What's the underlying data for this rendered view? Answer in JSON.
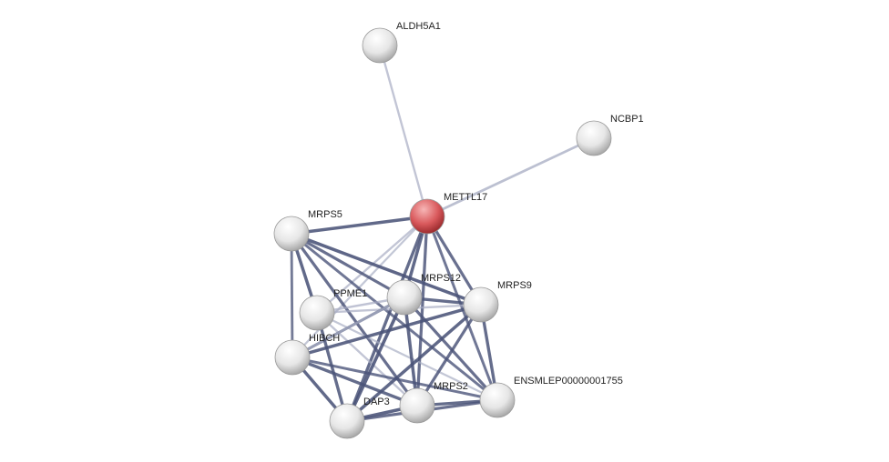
{
  "network": {
    "colors": {
      "edge_strong": "#4a5378",
      "edge_weak": "#a6abc2",
      "node": "#e8e8e8",
      "query_node": "#d9595c"
    },
    "query": "METTL17",
    "nodes": [
      "ALDH5A1",
      "NCBP1",
      "METTL17",
      "MRPS5",
      "PPME1",
      "MRPS12",
      "MRPS9",
      "HIBCH",
      "DAP3",
      "MRPS2",
      "ENSMLEP00000001755"
    ],
    "edges": [
      [
        "METTL17",
        "ALDH5A1",
        0.35
      ],
      [
        "METTL17",
        "NCBP1",
        0.5
      ],
      [
        "METTL17",
        "MRPS5",
        0.8
      ],
      [
        "METTL17",
        "PPME1",
        0.35
      ],
      [
        "METTL17",
        "HIBCH",
        0.3
      ],
      [
        "METTL17",
        "MRPS12",
        0.8
      ],
      [
        "METTL17",
        "MRPS9",
        0.7
      ],
      [
        "METTL17",
        "MRPS2",
        0.7
      ],
      [
        "METTL17",
        "DAP3",
        0.75
      ],
      [
        "METTL17",
        "ENSMLEP00000001755",
        0.6
      ],
      [
        "MRPS5",
        "MRPS12",
        0.7
      ],
      [
        "MRPS5",
        "MRPS9",
        0.85
      ],
      [
        "MRPS5",
        "PPME1",
        0.8
      ],
      [
        "MRPS5",
        "HIBCH",
        0.55
      ],
      [
        "MRPS5",
        "MRPS2",
        0.7
      ],
      [
        "MRPS5",
        "ENSMLEP00000001755",
        0.6
      ],
      [
        "PPME1",
        "MRPS12",
        0.4
      ],
      [
        "PPME1",
        "MRPS9",
        0.35
      ],
      [
        "PPME1",
        "MRPS2",
        0.35
      ],
      [
        "PPME1",
        "ENSMLEP00000001755",
        0.3
      ],
      [
        "MRPS12",
        "MRPS9",
        0.75
      ],
      [
        "MRPS12",
        "HIBCH",
        0.6
      ],
      [
        "MRPS12",
        "DAP3",
        0.85
      ],
      [
        "MRPS12",
        "MRPS2",
        0.8
      ],
      [
        "MRPS12",
        "ENSMLEP00000001755",
        0.7
      ],
      [
        "MRPS9",
        "HIBCH",
        0.8
      ],
      [
        "MRPS9",
        "DAP3",
        0.8
      ],
      [
        "MRPS9",
        "MRPS2",
        0.7
      ],
      [
        "MRPS9",
        "ENSMLEP00000001755",
        0.75
      ],
      [
        "HIBCH",
        "DAP3",
        0.8
      ],
      [
        "HIBCH",
        "MRPS2",
        0.75
      ],
      [
        "HIBCH",
        "ENSMLEP00000001755",
        0.6
      ],
      [
        "HIBCH",
        "MRPS12",
        0.5
      ],
      [
        "DAP3",
        "MRPS2",
        0.85
      ],
      [
        "DAP3",
        "ENSMLEP00000001755",
        0.7
      ],
      [
        "DAP3",
        "PPME1",
        0.75
      ],
      [
        "MRPS2",
        "ENSMLEP00000001755",
        0.75
      ]
    ]
  }
}
